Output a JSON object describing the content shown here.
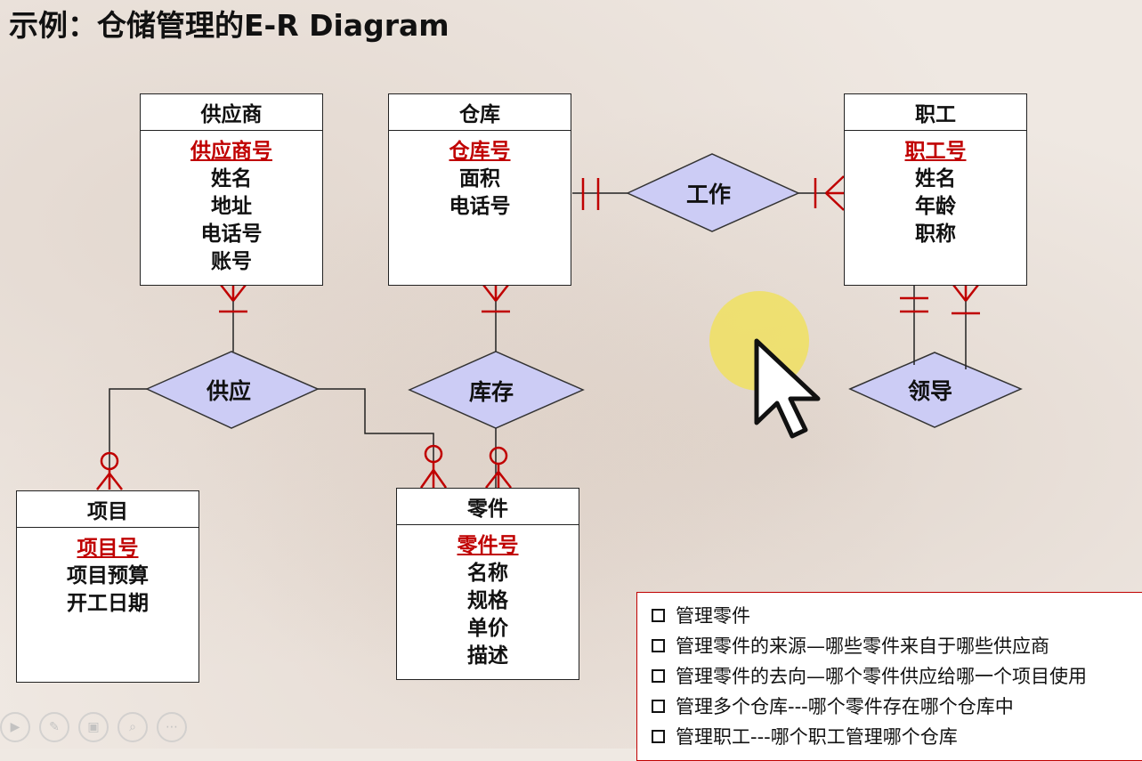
{
  "title": "示例：仓储管理的E-R Diagram",
  "entities": {
    "supplier": {
      "name": "供应商",
      "key": "供应商号",
      "attrs": [
        "姓名",
        "地址",
        "电话号",
        "账号"
      ]
    },
    "warehouse": {
      "name": "仓库",
      "key": "仓库号",
      "attrs": [
        "面积",
        "电话号"
      ]
    },
    "employee": {
      "name": "职工",
      "key": "职工号",
      "attrs": [
        "姓名",
        "年龄",
        "职称"
      ]
    },
    "project": {
      "name": "项目",
      "key": "项目号",
      "attrs": [
        "项目预算",
        "开工日期"
      ]
    },
    "part": {
      "name": "零件",
      "key": "零件号",
      "attrs": [
        "名称",
        "规格",
        "单价",
        "描述"
      ]
    }
  },
  "relationships": {
    "work": "工作",
    "supply": "供应",
    "stock": "库存",
    "lead": "领导"
  },
  "notes": [
    "管理零件",
    "管理零件的来源—哪些零件来自于哪些供应商",
    "管理零件的去向—哪个零件供应给哪一个项目使用",
    "管理多个仓库---哪个零件存在哪个仓库中",
    "管理职工---哪个职工管理哪个仓库"
  ],
  "colors": {
    "relationship_fill": "#ccccf5",
    "key_attr": "#c00000",
    "crowfoot": "#c00000",
    "pointer_highlight": "#f0e060"
  },
  "icons": [
    "cursor-pointer-icon",
    "play-icon",
    "pen-icon",
    "screen-icon",
    "zoom-icon",
    "more-icon"
  ]
}
